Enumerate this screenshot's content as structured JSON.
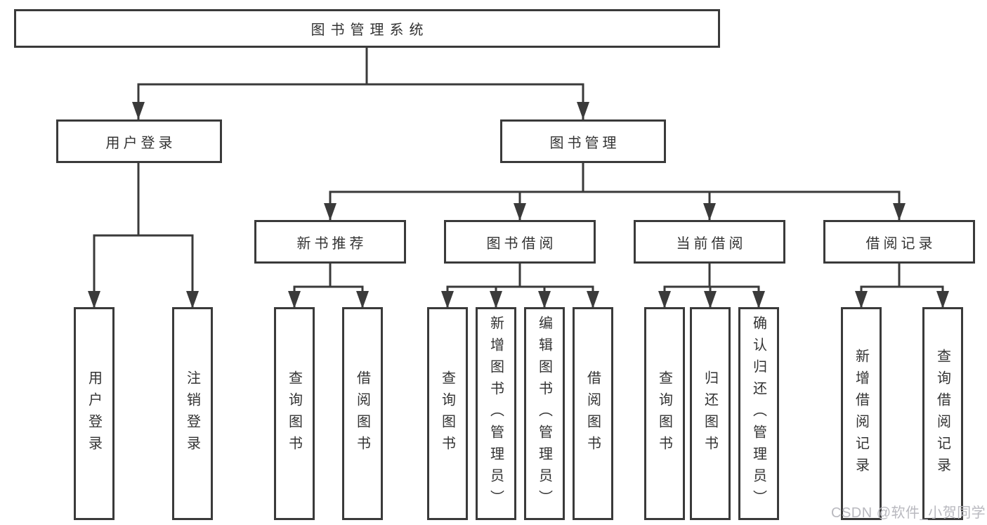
{
  "diagram": {
    "root": {
      "label": "图书管理系统"
    },
    "branches": {
      "user_login": {
        "label": "用户登录",
        "children": {
          "login": {
            "label": "用户登录"
          },
          "logout": {
            "label": "注销登录"
          }
        }
      },
      "book_management": {
        "label": "图书管理",
        "children": {
          "new_book_recommend": {
            "label": "新书推荐",
            "children": {
              "query_books": {
                "label": "查询图书"
              },
              "borrow_books": {
                "label": "借阅图书"
              }
            }
          },
          "book_borrowing": {
            "label": "图书借阅",
            "children": {
              "query_books": {
                "label": "查询图书"
              },
              "add_books": {
                "label": "新增图书（管理员）"
              },
              "edit_books": {
                "label": "编辑图书（管理员）"
              },
              "borrow_books": {
                "label": "借阅图书"
              }
            }
          },
          "current_borrowing": {
            "label": "当前借阅",
            "children": {
              "query_books": {
                "label": "查询图书"
              },
              "return_books": {
                "label": "归还图书"
              },
              "confirm_return": {
                "label": "确认归还（管理员）"
              }
            }
          },
          "borrowing_records": {
            "label": "借阅记录",
            "children": {
              "add_record": {
                "label": "新增借阅记录"
              },
              "query_record": {
                "label": "查询借阅记录"
              }
            }
          }
        }
      }
    }
  },
  "watermark": {
    "text": "CSDN @软件_小贺同学"
  },
  "colors": {
    "line": "#3a3a3a",
    "text": "#333333",
    "watermark": "#b9b9bf",
    "background": "#ffffff"
  }
}
